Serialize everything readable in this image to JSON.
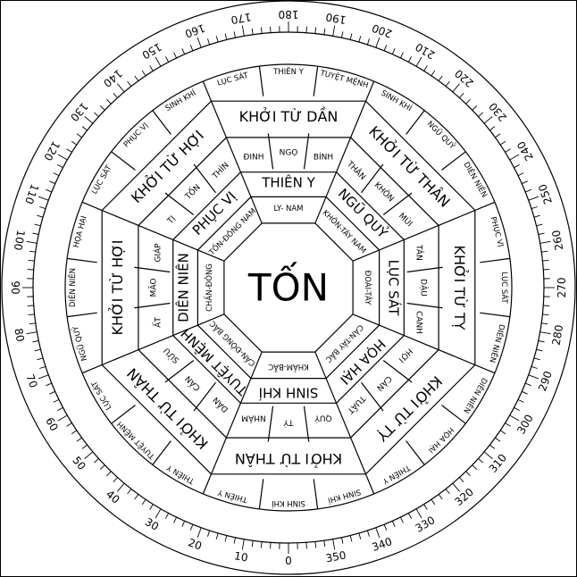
{
  "center": "TỐN",
  "degree_labels": [
    "0",
    "10",
    "20",
    "30",
    "40",
    "50",
    "60",
    "70",
    "80",
    "90",
    "100",
    "110",
    "120",
    "130",
    "140",
    "150",
    "160",
    "170",
    "180",
    "190",
    "200",
    "210",
    "220",
    "230",
    "240",
    "250",
    "260",
    "270",
    "280",
    "290",
    "300",
    "310",
    "320",
    "330",
    "340",
    "350"
  ],
  "octants": [
    {
      "dir": "bottom",
      "khoi": "KHỞI TỪ THÂN",
      "star": "SINH KHÍ",
      "trigram": "KHẢM-BẮC",
      "mountains": [
        "NHÂM",
        "TÝ",
        "QUÝ"
      ],
      "outer": [
        "THIÊN Y",
        "SINH KHÍ",
        "SINH KHÍ"
      ]
    },
    {
      "dir": "bottom-left",
      "khoi": "KHỞI TỪ THÂN",
      "star": "TUYỆT MỆNH",
      "trigram": "CẤN-ĐÔNG BẮC",
      "mountains": [
        "SỬU",
        "CẤN",
        "DẦN"
      ],
      "outer": [
        "LỤC SÁT",
        "TUYỆT MỆNH",
        "THIÊN Y"
      ]
    },
    {
      "dir": "left",
      "khoi": "KHỞI TỪ HỢI",
      "star": "DIÊN NIÊN",
      "trigram": "CHẤN-ĐÔNG",
      "mountains": [
        "GIÁP",
        "MÃO",
        "ẤT"
      ],
      "outer": [
        "HỌA HẠI",
        "DIÊN NIÊN",
        "NGŨ QUỶ"
      ]
    },
    {
      "dir": "top-left",
      "khoi": "KHỞI TỪ HỢI",
      "star": "PHỤC VỊ",
      "trigram": "TỐN-ĐÔNG NAM",
      "mountains": [
        "THÌN",
        "TỐN",
        "TỊ"
      ],
      "outer": [
        "SINH KHÍ",
        "PHỤC VỊ",
        "LỤC SÁT"
      ]
    },
    {
      "dir": "top",
      "khoi": "KHỞI TỪ DẦN",
      "star": "THIÊN Y",
      "trigram": "LY- NAM",
      "mountains": [
        "BÍNH",
        "NGỌ",
        "ĐINH"
      ],
      "outer": [
        "TUYỆT MỆNH",
        "THIÊN Y",
        "LỤC SÁT"
      ]
    },
    {
      "dir": "top-right",
      "khoi": "KHỞI TỪ THÂN",
      "star": "NGŨ QUỶ",
      "trigram": "KHÔN-TÂY NAM",
      "mountains": [
        "MÙI",
        "KHÔN",
        "THÂN"
      ],
      "outer": [
        "DIÊN NIÊN",
        "NGŨ QUỶ",
        "SINH KHÍ"
      ]
    },
    {
      "dir": "right",
      "khoi": "KHỞI TỪ TỴ",
      "star": "LỤC SÁT",
      "trigram": "ĐOÀI-TÂY",
      "mountains": [
        "CANH",
        "DẬU",
        "TÂN"
      ],
      "outer": [
        "DIÊN NIÊN",
        "LỤC SÁT",
        "PHỤC VỊ"
      ]
    },
    {
      "dir": "bottom-right",
      "khoi": "KHỞI TỪ TỴ",
      "star": "HỌA HẠI",
      "trigram": "CÀN-TÂY BẮC",
      "mountains": [
        "TUẤT",
        "CÀN",
        "HỢI"
      ],
      "outer": [
        "THIÊN Y",
        "HỌA HẠI",
        "DIÊN NIÊN"
      ]
    }
  ]
}
